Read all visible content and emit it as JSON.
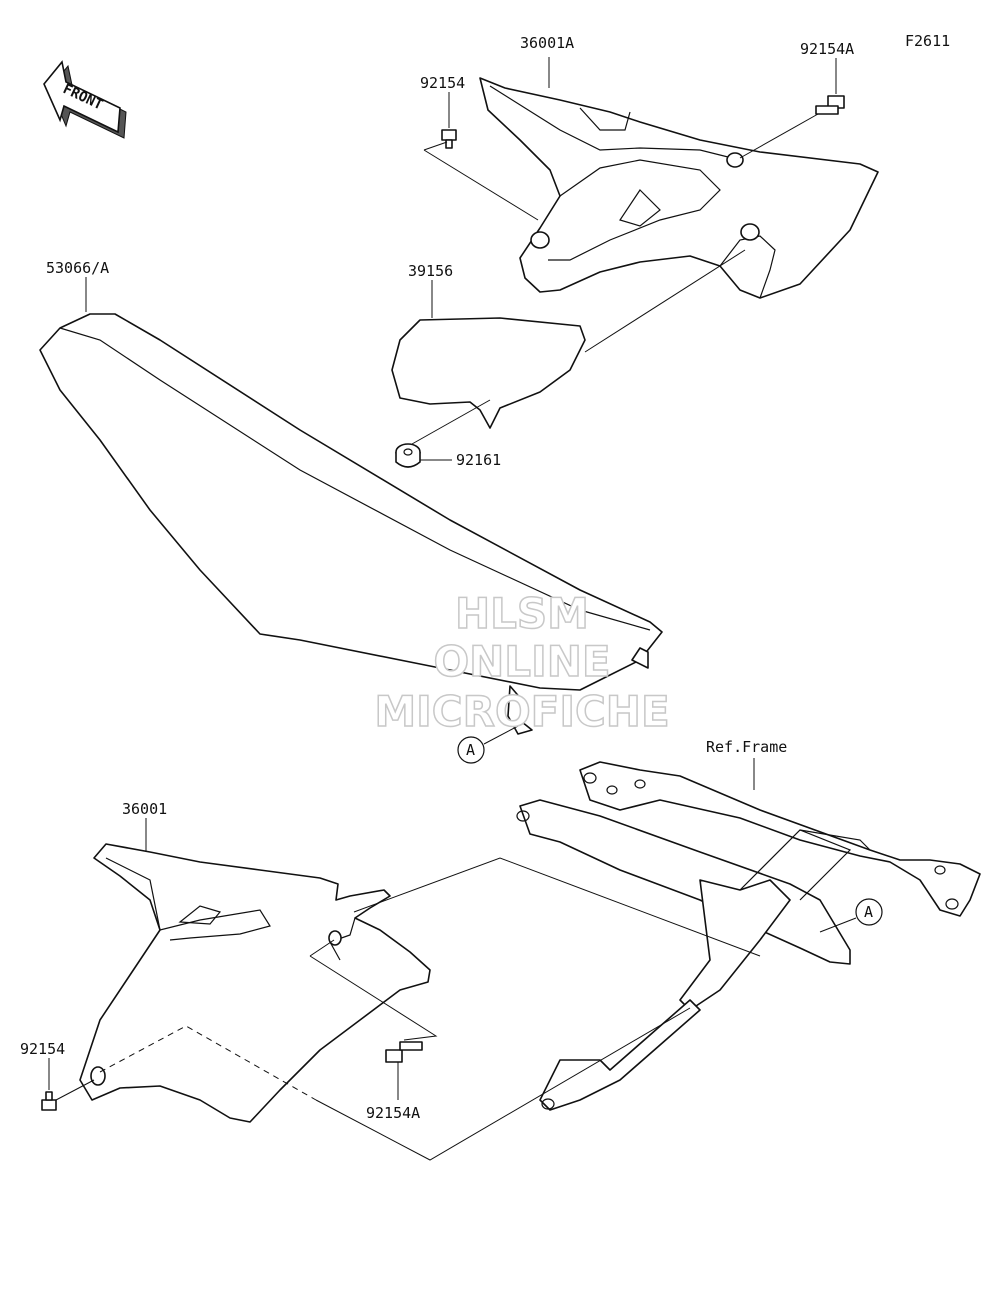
{
  "figure_code": "F2611",
  "front_arrow_label": "FRONT",
  "parts": {
    "side_cover_right": "36001A",
    "bolt_right_small": "92154",
    "bolt_right_large": "92154A",
    "seat": "53066/A",
    "pad": "39156",
    "damper": "92161",
    "side_cover_left": "36001",
    "bolt_left_small": "92154",
    "bolt_left_large": "92154A"
  },
  "reference_label": "Ref.Frame",
  "callout_letter": "A",
  "watermark": [
    "HLSM",
    "ONLINE",
    "MICROFICHE"
  ]
}
